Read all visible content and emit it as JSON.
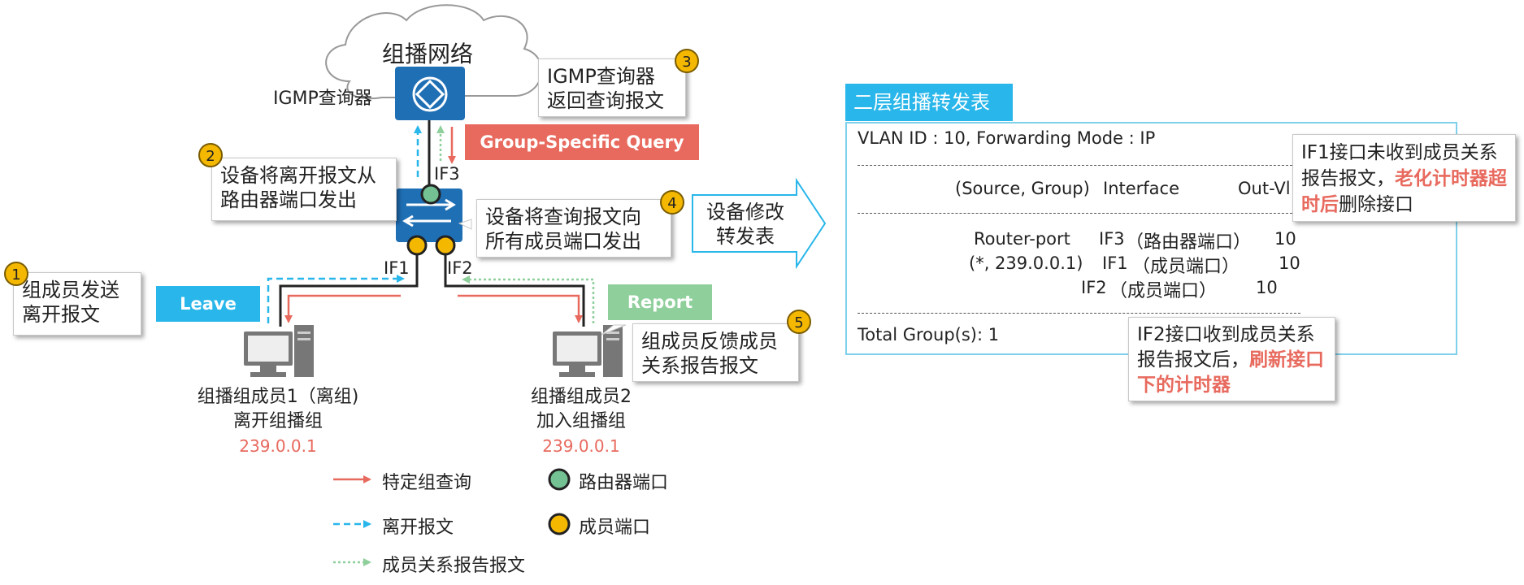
{
  "cloud": {
    "label": "组播网络"
  },
  "querier": {
    "label": "IGMP查询器"
  },
  "ports": {
    "if1": "IF1",
    "if2": "IF2",
    "if3": "IF3"
  },
  "steps": [
    {
      "num": "1",
      "text1": "组成员发送",
      "text2": "离开报文"
    },
    {
      "num": "2",
      "text1": "设备将离开报文从",
      "text2": "路由器端口发出"
    },
    {
      "num": "3",
      "text1": "IGMP查询器",
      "text2": "返回查询报文"
    },
    {
      "num": "4",
      "text1": "设备将查询报文向",
      "text2": "所有成员端口发出"
    },
    {
      "num": "5",
      "text1": "组成员反馈成员",
      "text2": "关系报告报文"
    }
  ],
  "tags": {
    "leave": "Leave",
    "report": "Report",
    "gsq": "Group-Specific Query"
  },
  "hosts": [
    {
      "line1": "组播组成员1（离组)",
      "line2": "离开组播组",
      "group": "239.0.0.1"
    },
    {
      "line1": "组播组成员2",
      "line2": "加入组播组",
      "group": "239.0.0.1"
    }
  ],
  "arrow_label": {
    "line1": "设备修改",
    "line2": "转发表"
  },
  "table": {
    "title": "二层组播转发表",
    "header_line": "VLAN ID : 10, Forwarding Mode : IP",
    "col_source_group": "(Source, Group)",
    "col_interface": "Interface",
    "col_outvlan": "Out-Vl",
    "rows": [
      {
        "source": "Router-port",
        "iface": "IF3",
        "type": "（路由器端口）",
        "vlan": "10"
      },
      {
        "source": "(*, 239.0.0.1)",
        "iface": "IF1",
        "type": "（成员端口）",
        "vlan": "10"
      },
      {
        "source": "",
        "iface": "IF2",
        "type": "（成员端口）",
        "vlan": "10"
      }
    ],
    "footer": "Total Group(s): 1"
  },
  "note_if1": {
    "plain1": "IF1接口未收到成员关",
    "plain2": "系报告报文，",
    "bold1": "老化计",
    "bold2": "时器超时后",
    "plain3": "删除接口"
  },
  "note_if2": {
    "plain1": "IF2接口收到成员关",
    "plain2": "系报告报文后，",
    "bold1": "刷",
    "bold2": "新接口下的计时器"
  },
  "legend": [
    {
      "icon": "solid-red-arrow",
      "label": "特定组查询"
    },
    {
      "icon": "dashed-blue-arrow",
      "label": "离开报文"
    },
    {
      "icon": "dotted-green-arrow",
      "label": "成员关系报告报文"
    },
    {
      "icon": "green-circle",
      "label": "路由器端口"
    },
    {
      "icon": "yellow-circle",
      "label": "成员端口"
    }
  ],
  "colors": {
    "query": "#e86a5e",
    "leave": "#29b6ea",
    "report": "#8fcf9b",
    "router_port": "#74c293",
    "member_port": "#f5b800",
    "device_blue": "#1f6fb5"
  }
}
